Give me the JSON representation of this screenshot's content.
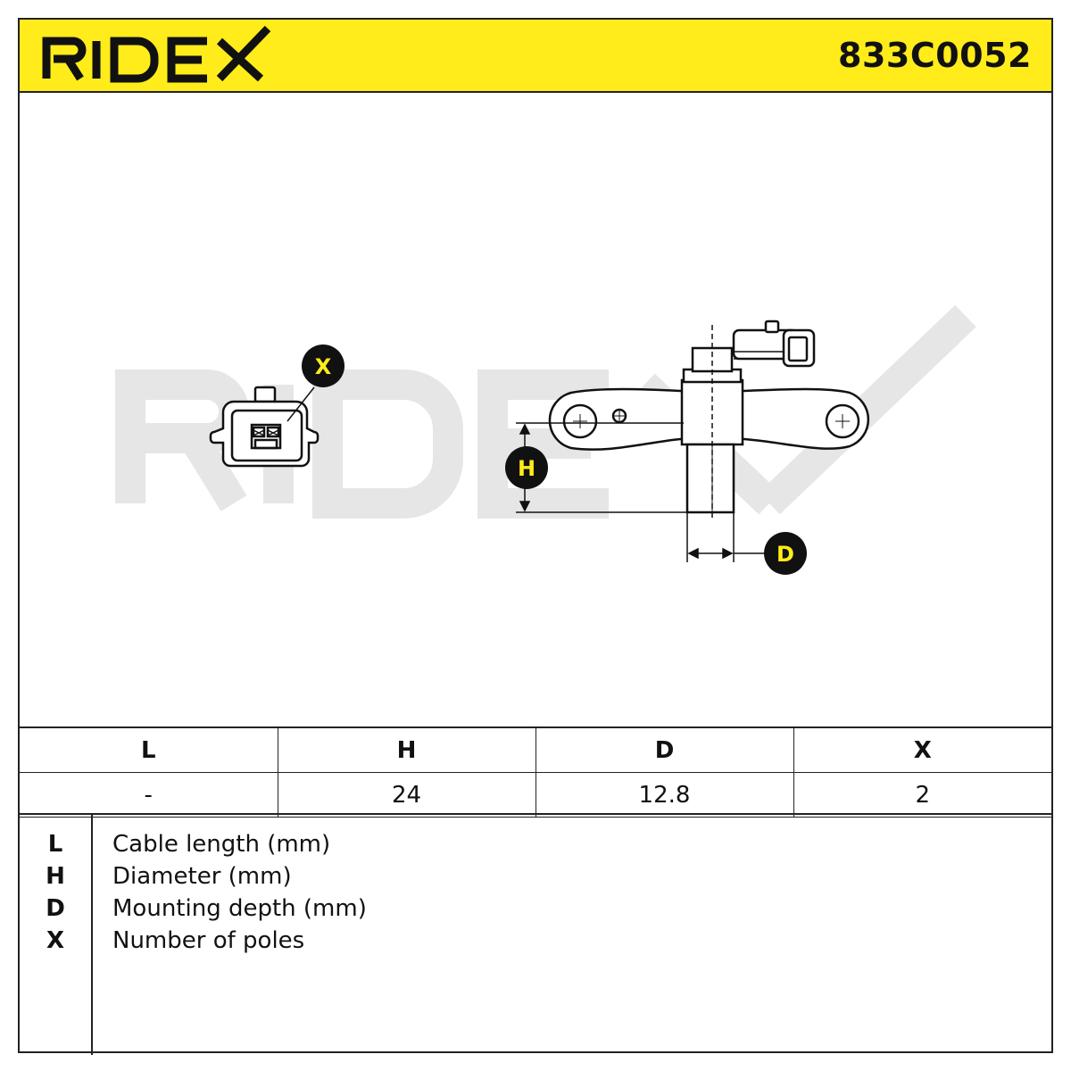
{
  "header": {
    "brand": "RIDEX",
    "part_number": "833C0052"
  },
  "diagram": {
    "watermark": "RIDEX",
    "callouts": {
      "x": "X",
      "h": "H",
      "d": "D"
    }
  },
  "specs": {
    "columns": [
      "L",
      "H",
      "D",
      "X"
    ],
    "values": [
      "-",
      "24",
      "12.8",
      "2"
    ]
  },
  "legend": [
    {
      "key": "L",
      "description": "Cable length (mm)"
    },
    {
      "key": "H",
      "description": "Diameter (mm)"
    },
    {
      "key": "D",
      "description": "Mounting depth (mm)"
    },
    {
      "key": "X",
      "description": "Number of poles"
    }
  ],
  "colors": {
    "accent_yellow": "#ffec1a",
    "line": "#222222",
    "watermark_gray": "#e6e6e6"
  }
}
